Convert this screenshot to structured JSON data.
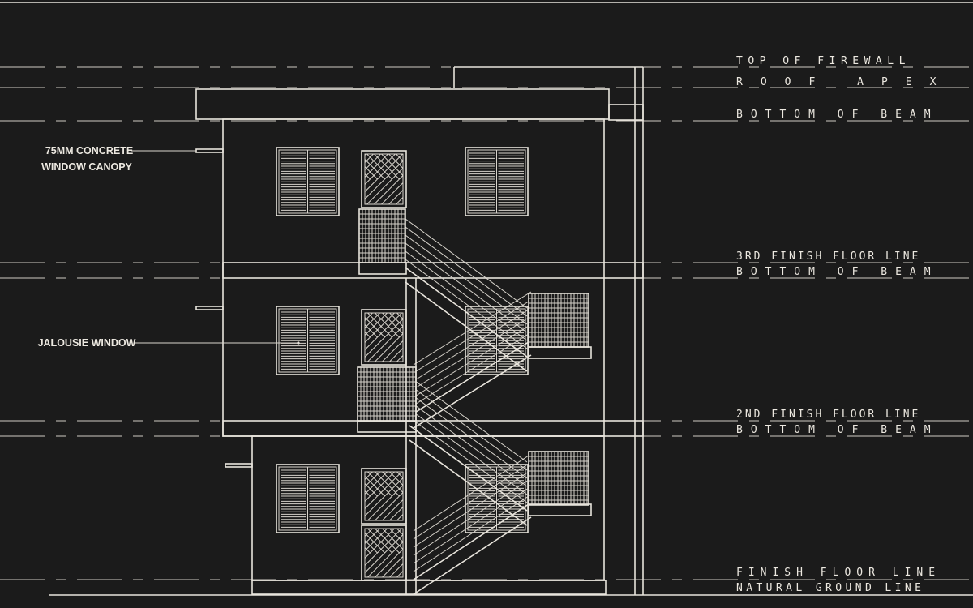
{
  "level_labels": {
    "top_of_firewall": "TOP OF FIREWALL",
    "roof_apex": "ROOF APEX",
    "bottom_of_beam_roof": "BOTTOM OF BEAM",
    "third_finish_floor": "3RD FINISH FLOOR LINE",
    "bottom_of_beam_third": "BOTTOM OF BEAM",
    "second_finish_floor": "2ND FINISH FLOOR LINE",
    "bottom_of_beam_second": "BOTTOM OF BEAM",
    "finish_floor": "FINISH FLOOR LINE",
    "natural_ground": "NATURAL GROUND LINE"
  },
  "notes": {
    "canopy_line1": "75MM CONCRETE",
    "canopy_line2": "WINDOW CANOPY",
    "jalousie": "JALOUSIE WINDOW"
  },
  "colors": {
    "background": "#1b1b1b",
    "linework": "#e8e4dc"
  }
}
